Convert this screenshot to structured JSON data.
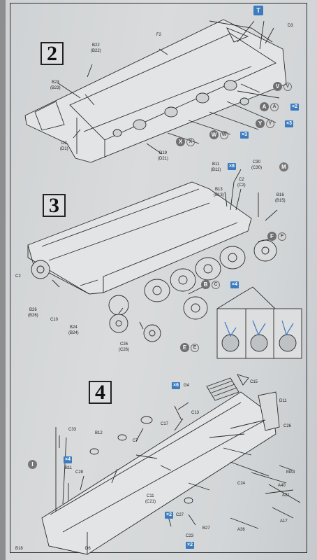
{
  "steps": [
    {
      "number": "2"
    },
    {
      "number": "3"
    },
    {
      "number": "4"
    }
  ],
  "labels": {
    "step2": {
      "f2": "F2",
      "d3": "D3",
      "b22": "B22",
      "b22b": "(B22)",
      "b23": "B23",
      "b23b": "(B23)",
      "d2": "D2",
      "d2b": "(D1)",
      "d19": "D19",
      "d19b": "(D21)"
    },
    "step3": {
      "b11": "B11",
      "b11b": "(B11)",
      "c30": "C30",
      "c30b": "(C30)",
      "c2a": "C2",
      "c2ab": "(C2)",
      "b13": "B13",
      "b13b": "(B13)",
      "b16": "B16",
      "b16b": "(B15)",
      "c2": "C2",
      "b26": "B26",
      "b26b": "(B26)",
      "c10": "C10",
      "b24": "B24",
      "b24b": "(B24)",
      "c26": "C26",
      "c26b": "(C26)"
    },
    "step4": {
      "g4": "G4",
      "c15": "C15",
      "d11": "D11",
      "c33": "C33",
      "b12": "B12",
      "c17": "C17",
      "c13": "C13",
      "c7": "C7",
      "c28": "C28",
      "c26": "C26",
      "b11": "B11",
      "c24": "C24",
      "ma3": "MA3",
      "a40": "A40",
      "a21": "A21",
      "c11": "C11",
      "c11b": "(C21)",
      "c27": "C27",
      "a17": "A17",
      "c23": "C23",
      "b27": "B27",
      "a36": "A36",
      "b18": "B18",
      "d6": "D6"
    }
  },
  "callouts": {
    "v": {
      "letter": "V",
      "paren": "V"
    },
    "a": {
      "letter": "A",
      "paren": "A",
      "qty": "×2"
    },
    "y": {
      "letter": "Y",
      "paren": "Y",
      "qty": "×3"
    },
    "w": {
      "letter": "W",
      "paren": "W",
      "qty": "×3"
    },
    "x": {
      "letter": "X",
      "paren": "X"
    },
    "f": {
      "letter": "F",
      "paren": "F"
    },
    "b": {
      "letter": "B",
      "paren": "C",
      "qty": "×4"
    },
    "e": {
      "letter": "E",
      "paren": "E"
    }
  },
  "multipliers": {
    "m8": "×8",
    "m6": "×6",
    "m4": "×4",
    "m2a": "×2",
    "m2b": "×2"
  },
  "marks": {
    "m": "M",
    "i": "I",
    "t": "T"
  }
}
